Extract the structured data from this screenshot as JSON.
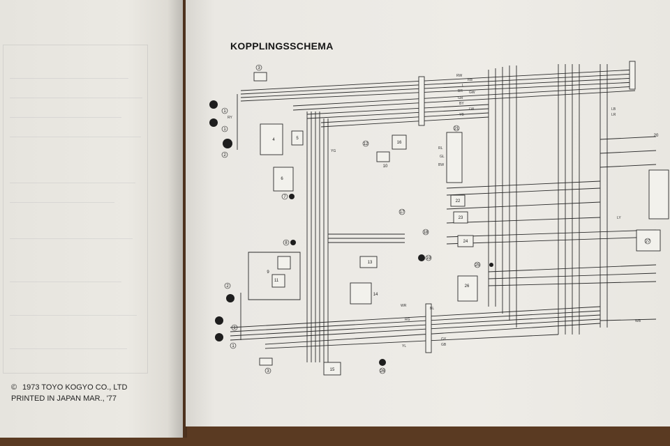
{
  "document": {
    "title": "KOPPLINGSSCHEMA",
    "copyright_symbol": "©",
    "copyright_line": "1973 TOYO KOGYO CO., LTD",
    "printed_line": "PRINTED IN JAPAN  MAR., '77"
  },
  "diagram": {
    "component_numbers": [
      "1",
      "2",
      "3",
      "4",
      "5",
      "6",
      "7",
      "8",
      "9",
      "10",
      "11",
      "12",
      "13",
      "14",
      "15",
      "16",
      "17",
      "18",
      "19",
      "20",
      "21",
      "22",
      "23",
      "24",
      "25",
      "26",
      "27"
    ],
    "wire_codes": [
      "RW",
      "RB",
      "L",
      "BR",
      "GW",
      "GR",
      "BY",
      "LW",
      "YB",
      "WR",
      "YG",
      "RL",
      "GL",
      "BW",
      "LB",
      "LR",
      "LY",
      "WB",
      "RG",
      "GY",
      "GB",
      "YL",
      "RY",
      "BL"
    ]
  }
}
